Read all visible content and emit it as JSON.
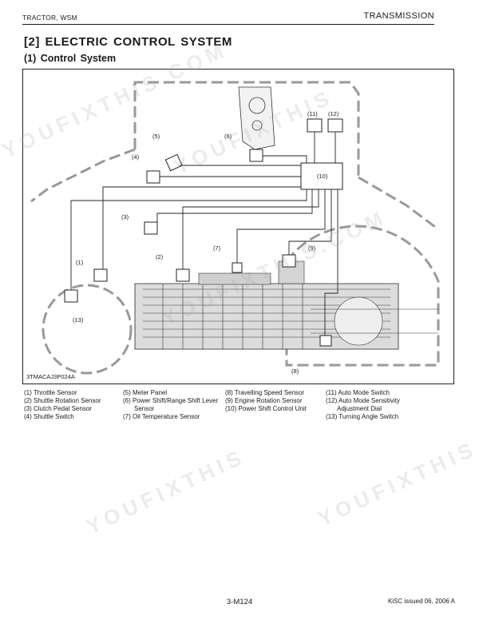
{
  "header": {
    "left": "TRACTOR, WSM",
    "right": "TRANSMISSION"
  },
  "section_title": "[2]  ELECTRIC  CONTROL  SYSTEM",
  "subsection_title": "(1)  Control System",
  "figure": {
    "code": "3TMACAJ3P024A",
    "callouts": [
      "(1)",
      "(2)",
      "(3)",
      "(4)",
      "(5)",
      "(6)",
      "(7)",
      "(8)",
      "(9)",
      "(10)",
      "(11)",
      "(12)",
      "(13)"
    ]
  },
  "legend": {
    "col1": [
      "(1)  Throttle Sensor",
      "(2)  Shuttle Rotation Sensor",
      "(3)  Clutch Pedal Sensor",
      "(4)  Shuttle Switch"
    ],
    "col2": [
      "(5)  Meter Panel",
      "(6)  Power Shift/Range Shift Lever",
      "Sensor",
      "(7)  Oil Temperature Sensor"
    ],
    "col3": [
      "(8)  Travelling Speed Sensor",
      "(9)  Engine Rotation Sensor",
      "(10)  Power Shift Control Unit"
    ],
    "col4": [
      "(11)  Auto Mode Switch",
      "(12)  Auto Mode Sensitivity",
      "Adjustment Dial",
      "(13)  Turning Angle Switch"
    ]
  },
  "footer": {
    "page": "3-M124",
    "issue": "KiSC issued 06, 2006 A"
  },
  "watermark": [
    "YOUFIXTHIS.COM",
    "YOUFIXTHIS"
  ]
}
